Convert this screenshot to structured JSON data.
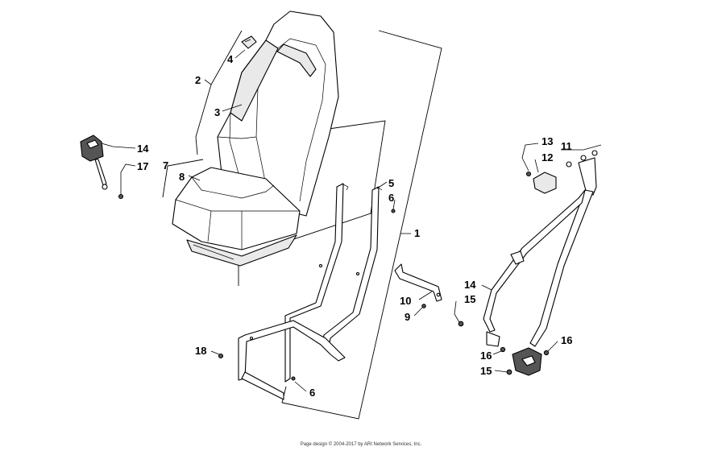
{
  "callouts": {
    "c1": "1",
    "c2": "2",
    "c3": "3",
    "c4": "4",
    "c5": "5",
    "c6a": "6",
    "c6b": "6",
    "c7": "7",
    "c8": "8",
    "c9": "9",
    "c10": "10",
    "c11": "11",
    "c12": "12",
    "c13": "13",
    "c14a": "14",
    "c14b": "14",
    "c15a": "15",
    "c15b": "15",
    "c16a": "16",
    "c16b": "16",
    "c17": "17",
    "c18": "18"
  },
  "footer": {
    "copyright": "Page design © 2004-2017 by ARI Network Services, Inc."
  }
}
